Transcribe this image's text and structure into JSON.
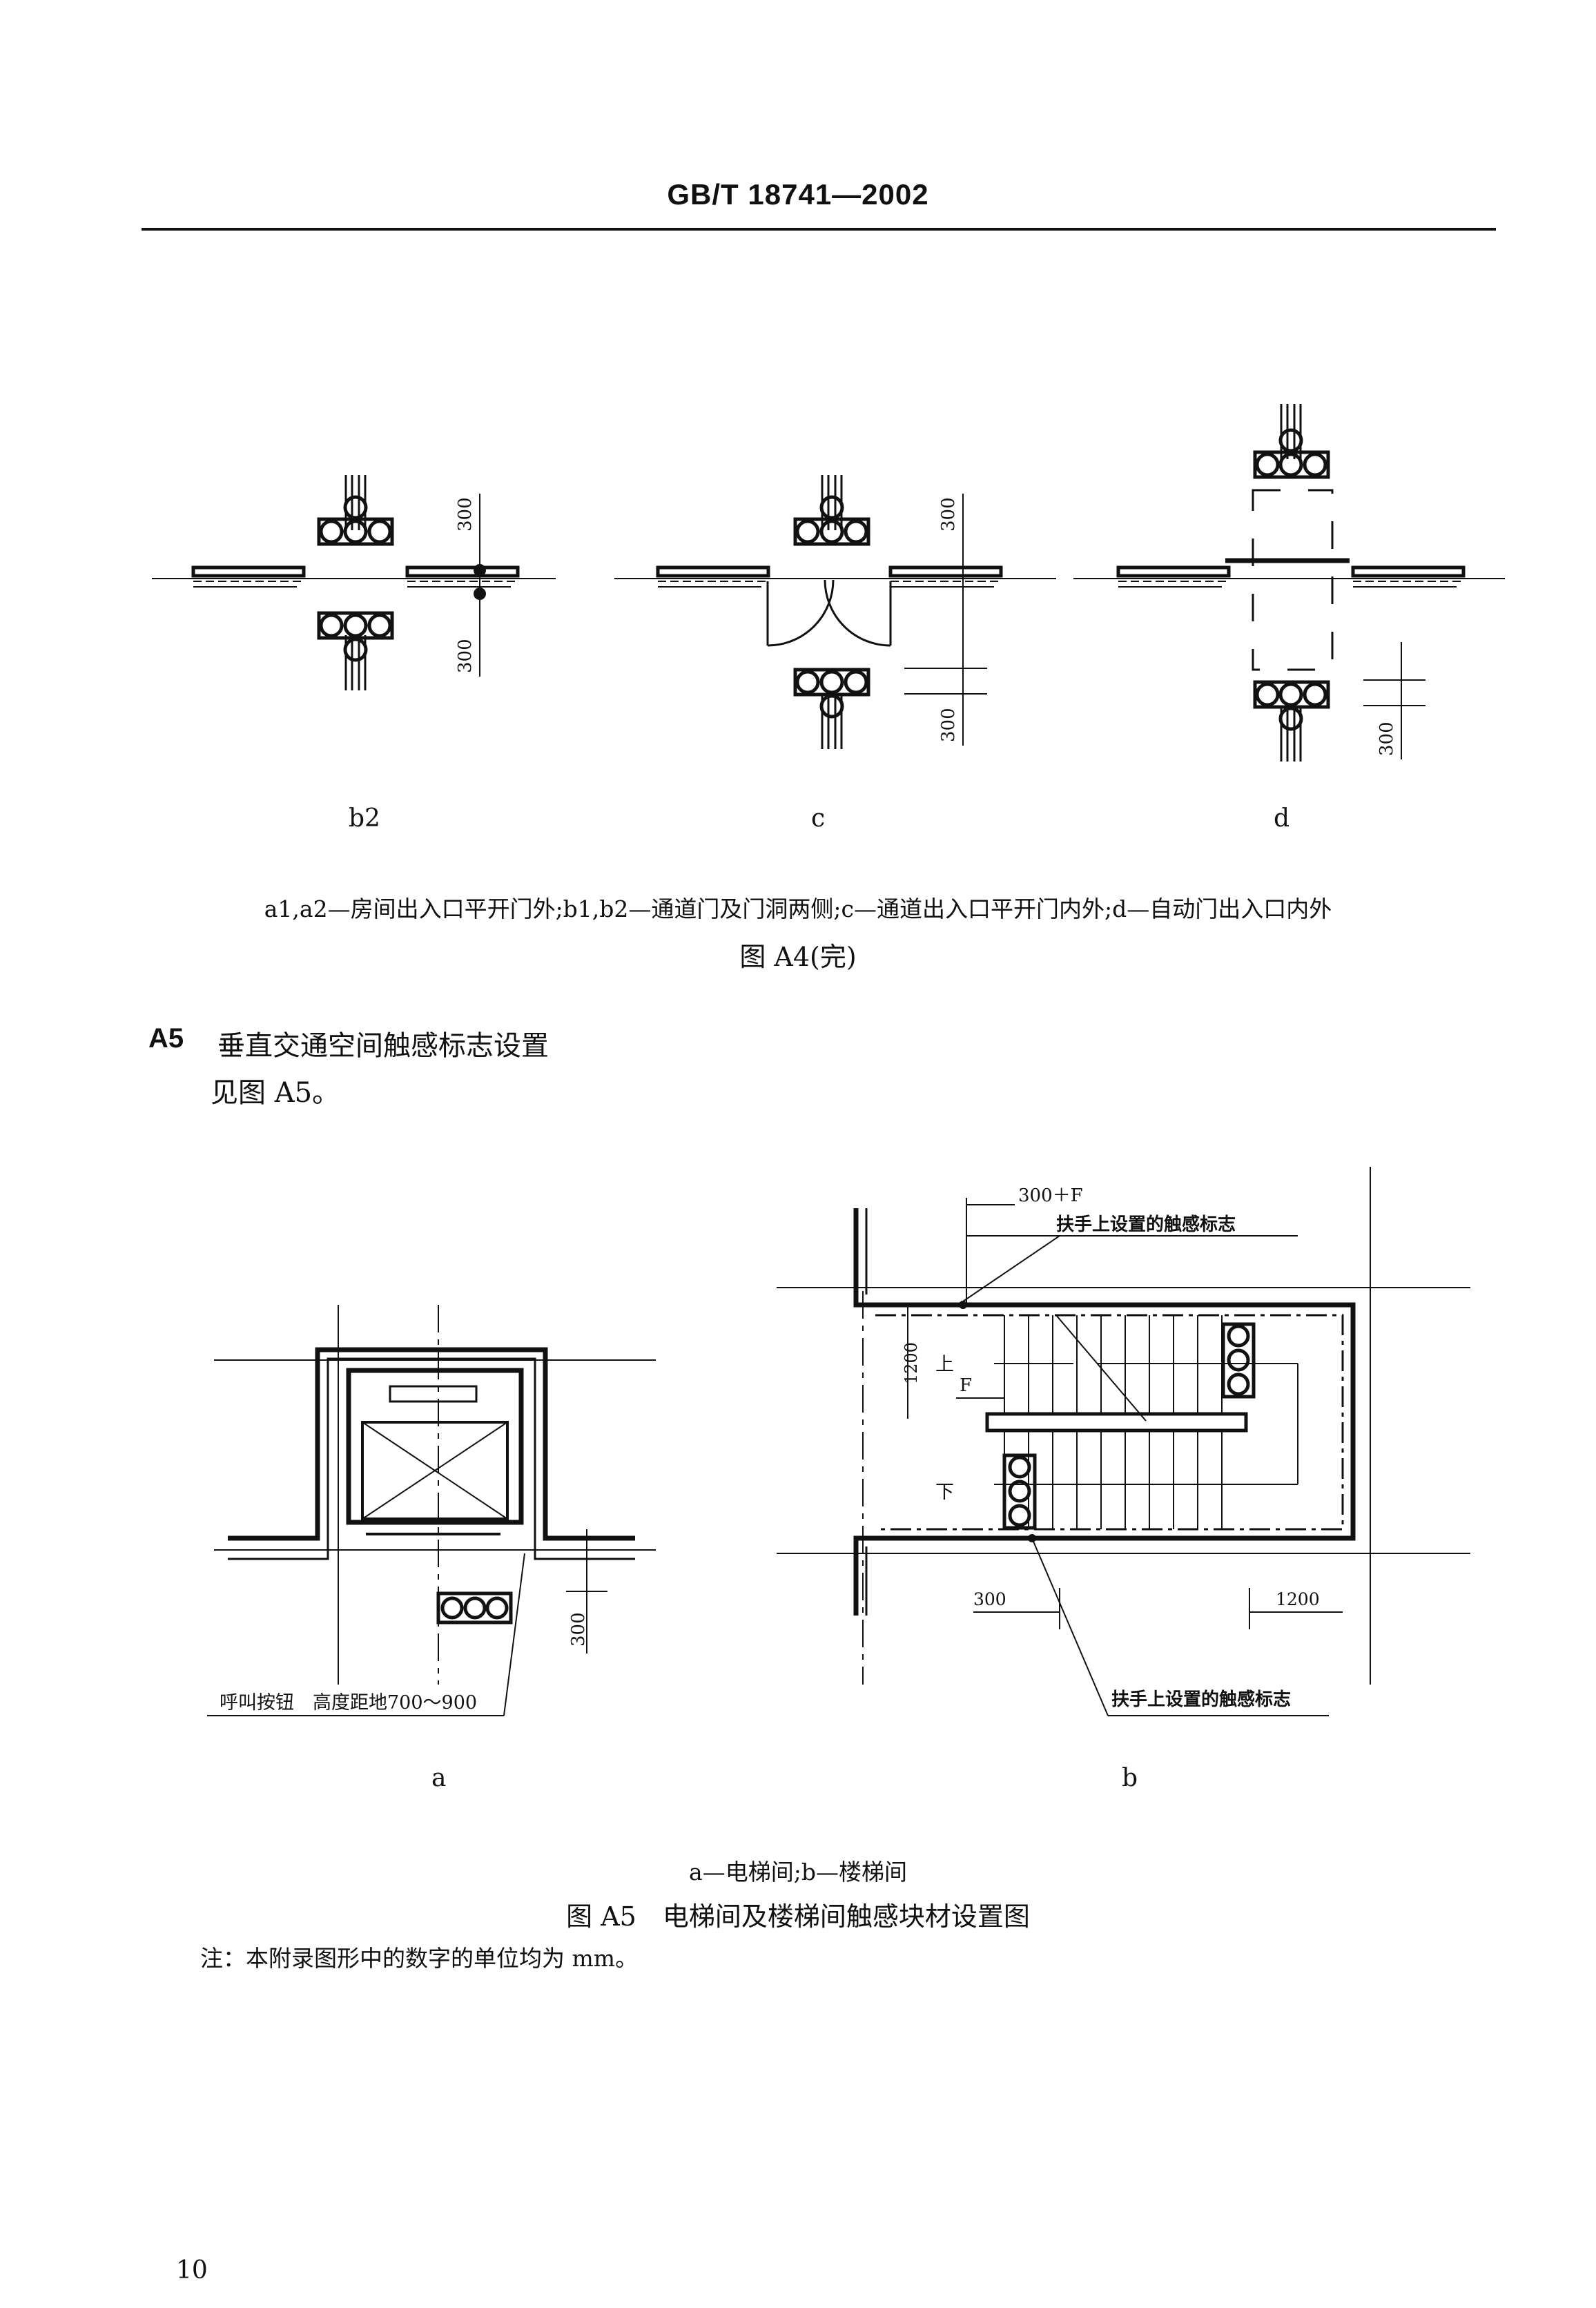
{
  "header": {
    "standard": "GB/T 18741—2002"
  },
  "figure_a4": {
    "labels": {
      "b2": "b2",
      "c": "c",
      "d": "d"
    },
    "dim": "300",
    "legend": "a1,a2—房间出入口平开门外;b1,b2—通道门及门洞两侧;c—通道出入口平开门内外;d—自动门出入口内外",
    "caption": "图 A4(完)"
  },
  "section_a5": {
    "number": "A5",
    "title": "垂直交通空间触感标志设置",
    "body": "见图 A5。"
  },
  "figure_a5": {
    "a": {
      "label": "a",
      "dim": "300",
      "callout": "呼叫按钮　高度距地700～900"
    },
    "b": {
      "label": "b",
      "dim_top": "300＋F",
      "callout_top": "扶手上设置的触感标志",
      "dim_left": "1200",
      "up": "上",
      "f": "F",
      "down": "下",
      "dim_bottom_left": "300",
      "dim_bottom_right": "1200",
      "callout_bottom": "扶手上设置的触感标志"
    },
    "legend": "a—电梯间;b—楼梯间",
    "caption": "图 A5　电梯间及楼梯间触感块材设置图"
  },
  "note": "注：本附录图形中的数字的单位均为 mm。",
  "page_number": "10"
}
